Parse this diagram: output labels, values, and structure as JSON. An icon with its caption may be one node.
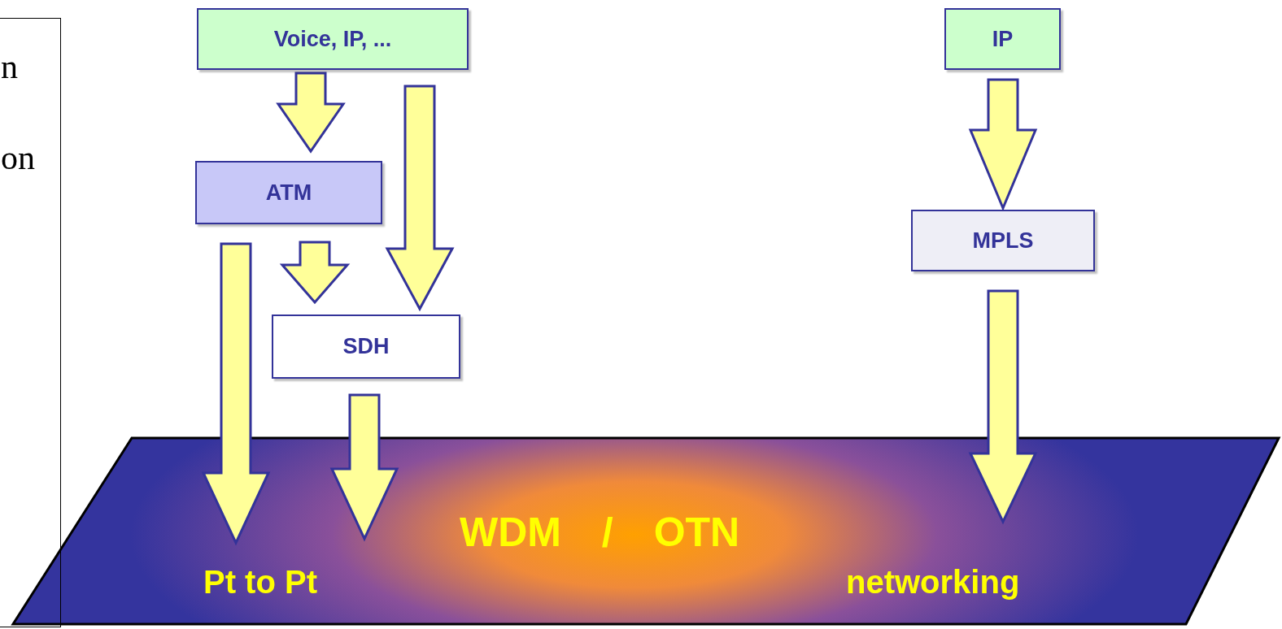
{
  "diagram": {
    "nodes": [
      {
        "text": [
          "Voice, IP, ..."
        ]
      },
      {
        "text": [
          "ATM"
        ]
      },
      {
        "text": [
          "SDH"
        ]
      },
      {
        "text": [
          "IP"
        ]
      },
      {
        "text": [
          "MPLS"
        ]
      },
      {
        "text": [
          "WDM / OTN",
          "Pt to Pt",
          "networking"
        ]
      },
      {
        "text": [
          "n",
          "on"
        ]
      }
    ],
    "edges": [
      {
        "from": 0,
        "to": 1,
        "arrow": "to"
      },
      {
        "from": 0,
        "to": 2,
        "arrow": "to"
      },
      {
        "from": 1,
        "to": 2,
        "arrow": "to"
      },
      {
        "from": 1,
        "to": 5,
        "arrow": "to"
      },
      {
        "from": 2,
        "to": 5,
        "arrow": "to"
      },
      {
        "from": 3,
        "to": 4,
        "arrow": "to"
      },
      {
        "from": 4,
        "to": 5,
        "arrow": "to"
      }
    ]
  }
}
